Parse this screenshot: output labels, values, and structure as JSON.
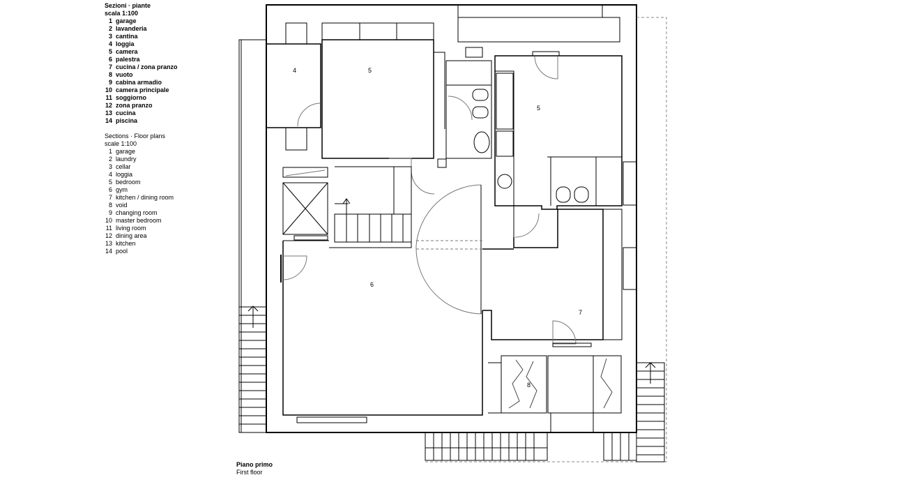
{
  "legend": {
    "it_title": "Sezioni · piante",
    "it_scale": "scala 1:100",
    "en_title": "Sections · Floor plans",
    "en_scale": "scale 1:100",
    "items": [
      {
        "num": "1",
        "it": "garage",
        "en": "garage"
      },
      {
        "num": "2",
        "it": "lavanderia",
        "en": "laundry"
      },
      {
        "num": "3",
        "it": "cantina",
        "en": "cellar"
      },
      {
        "num": "4",
        "it": "loggia",
        "en": "loggia"
      },
      {
        "num": "5",
        "it": "camera",
        "en": "bedroom"
      },
      {
        "num": "6",
        "it": "palestra",
        "en": "gym"
      },
      {
        "num": "7",
        "it": "cucina / zona pranzo",
        "en": "kitchen / dining room"
      },
      {
        "num": "8",
        "it": "vuoto",
        "en": "void"
      },
      {
        "num": "9",
        "it": "cabina armadio",
        "en": "changing room"
      },
      {
        "num": "10",
        "it": "camera principale",
        "en": "master bedroom"
      },
      {
        "num": "11",
        "it": "soggiorno",
        "en": "living room"
      },
      {
        "num": "12",
        "it": "zona pranzo",
        "en": "dining area"
      },
      {
        "num": "13",
        "it": "cucina",
        "en": "kitchen"
      },
      {
        "num": "14",
        "it": "piscina",
        "en": "pool"
      }
    ]
  },
  "caption": {
    "it": "Piano primo",
    "en": "First floor"
  },
  "plan": {
    "room_labels": [
      "4",
      "5",
      "5",
      "6",
      "7",
      "8"
    ]
  }
}
